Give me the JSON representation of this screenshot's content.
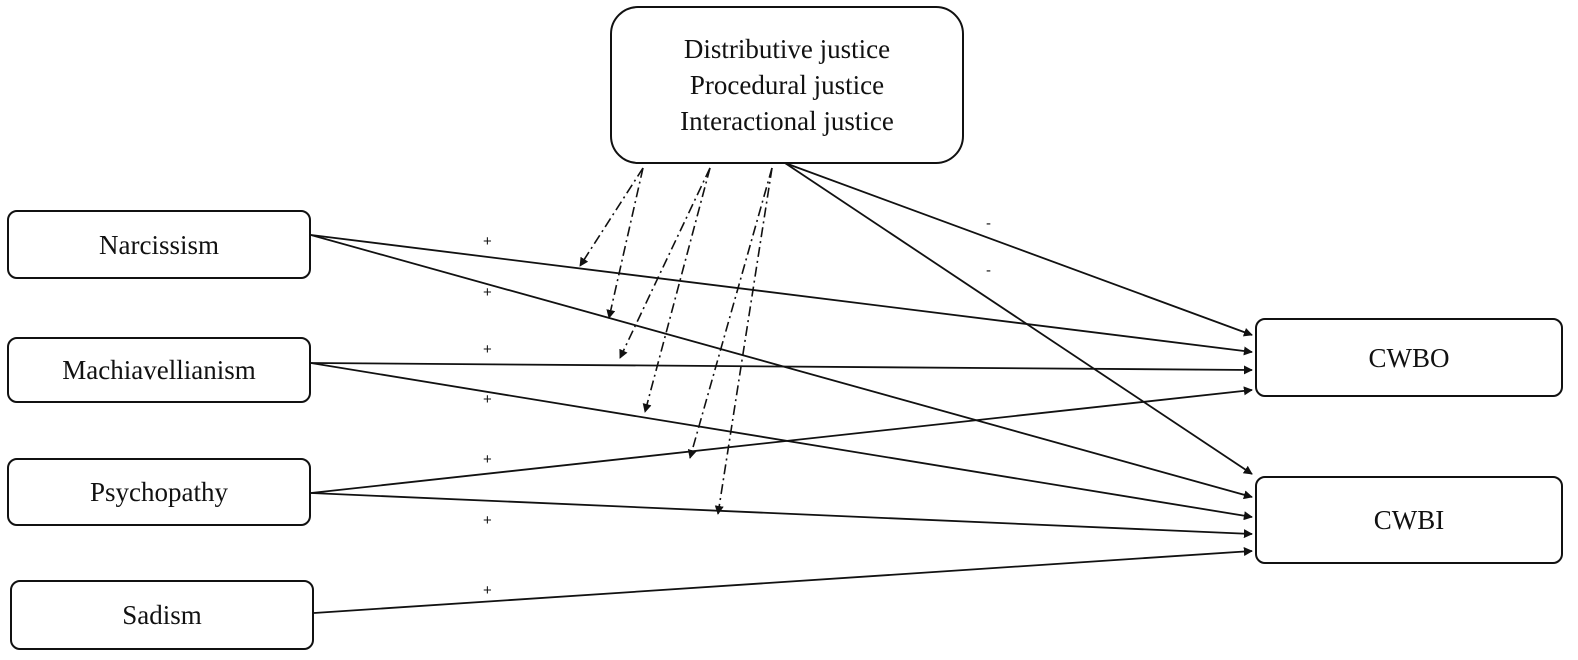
{
  "moderator": {
    "lines": [
      "Distributive justice",
      "Procedural justice",
      "Interactional justice"
    ]
  },
  "predictors": [
    "Narcissism",
    "Machiavellianism",
    "Psychopathy",
    "Sadism"
  ],
  "outcomes": [
    "CWBO",
    "CWBI"
  ],
  "signs": {
    "predictor_paths": [
      "+",
      "+",
      "+",
      "+",
      "+",
      "+",
      "+"
    ],
    "moderator_paths": [
      "-",
      "-"
    ]
  }
}
